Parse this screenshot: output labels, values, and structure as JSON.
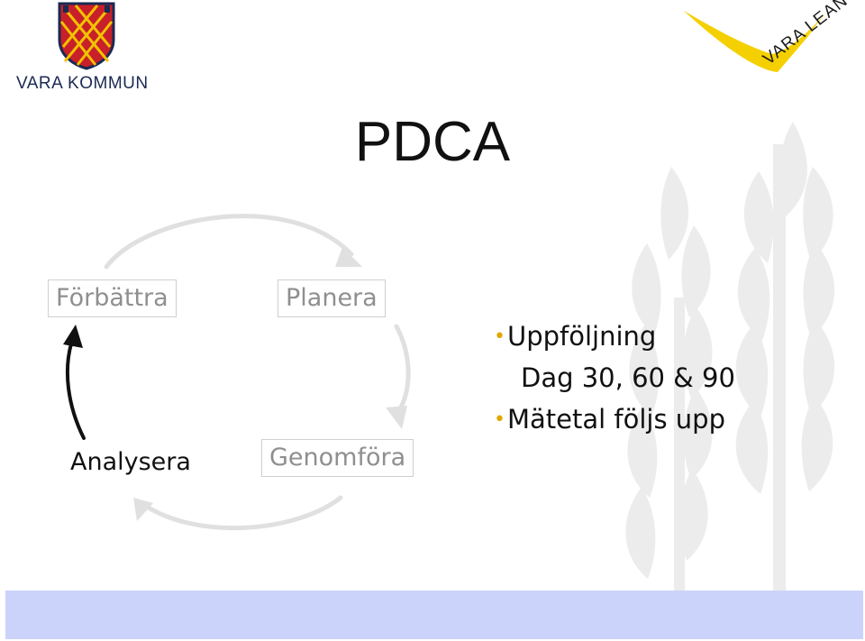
{
  "header": {
    "left_logo_text": "VARA KOMMUN",
    "right_logo_text": "VARA LEAN"
  },
  "title": "PDCA",
  "cycle": {
    "forbattra": "Förbättra",
    "planera": "Planera",
    "genomfora": "Genomföra",
    "analysera": "Analysera"
  },
  "bullets": {
    "item1": "Uppföljning",
    "item1_sub": "Dag 30, 60 & 90",
    "item2": "Mätetal följs upp"
  },
  "colors": {
    "accent_yellow": "#f5d000",
    "shield_red": "#c8202a",
    "footer_bar": "#ccd3fa"
  }
}
